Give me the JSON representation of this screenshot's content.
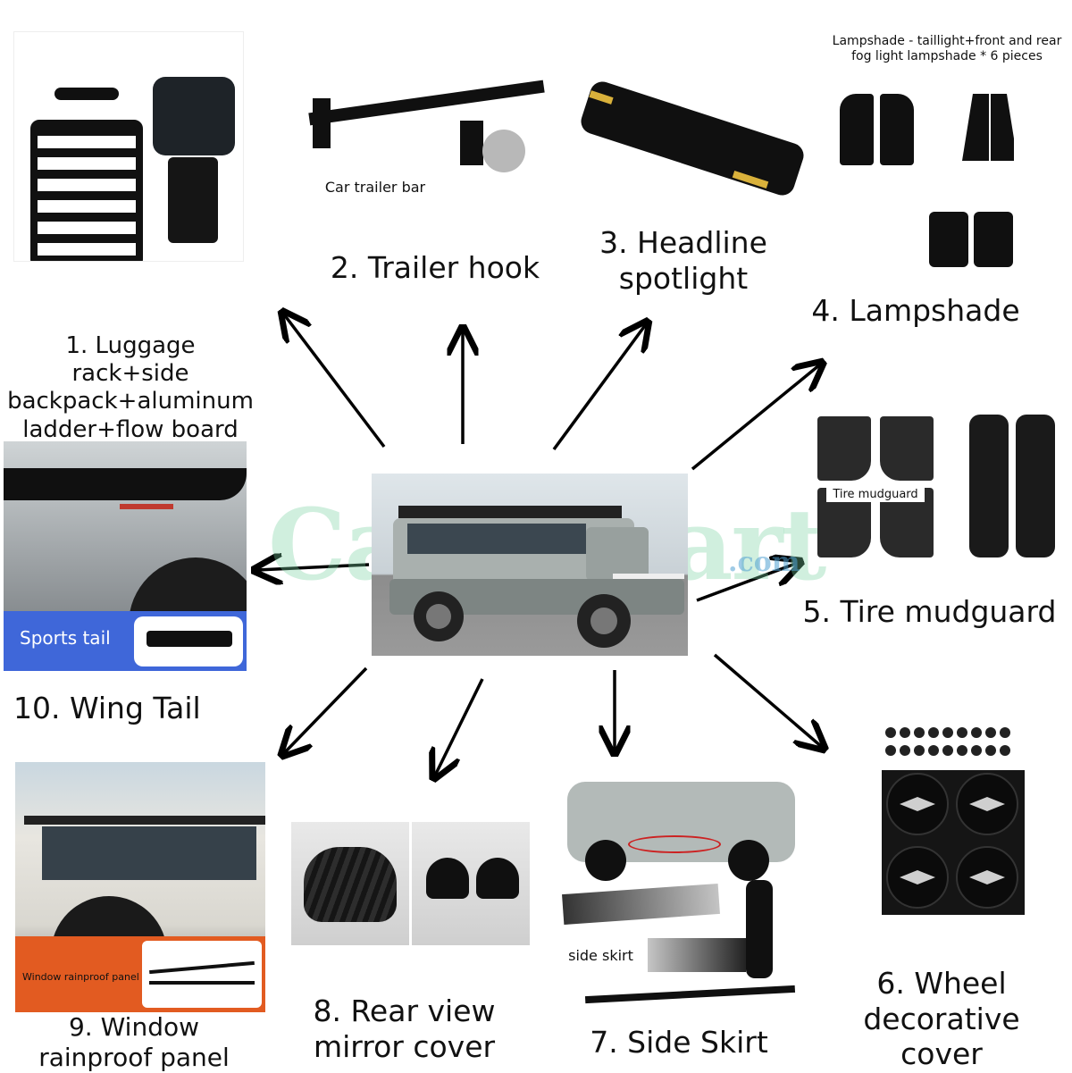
{
  "watermark": {
    "text": "CarByCart",
    "by": "BY",
    "domain": ".com"
  },
  "items": [
    {
      "label": "1.  Luggage rack+side backpack+aluminum ladder+flow board"
    },
    {
      "label": "2. Trailer hook",
      "caption": "Car trailer bar"
    },
    {
      "label": "3. Headline spotlight"
    },
    {
      "label": "4. Lampshade",
      "caption": "Lampshade - taillight+front and rear fog light lampshade * 6 pieces"
    },
    {
      "label": "5. Tire mudguard",
      "caption": "Tire mudguard"
    },
    {
      "label": "6. Wheel decorative cover"
    },
    {
      "label": "7. Side Skirt",
      "caption": "side skirt"
    },
    {
      "label": "8. Rear view mirror cover"
    },
    {
      "label": "9.  Window rainproof panel",
      "caption": "Window rainproof panel"
    },
    {
      "label": "10. Wing Tail",
      "caption": "Sports tail"
    }
  ]
}
